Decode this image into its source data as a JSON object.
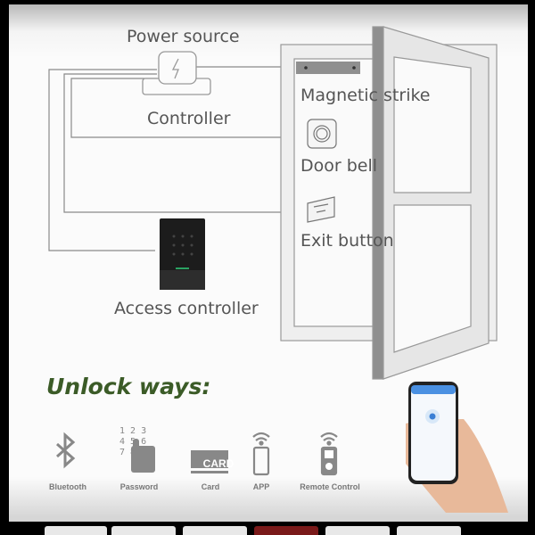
{
  "diagram": {
    "labels": {
      "power_source": "Power source",
      "controller": "Controller",
      "magnetic_strike": "Magnetic strike",
      "door_bell": "Door bell",
      "exit_button": "Exit button",
      "access_controller": "Access controller"
    }
  },
  "unlock": {
    "title": "Unlock ways:",
    "methods": [
      {
        "label": "Bluetooth",
        "icon": "bluetooth-icon"
      },
      {
        "label": "Password",
        "icon": "keypad-finger-icon",
        "digits": [
          "1 2 3",
          "4 5 6",
          "7 8"
        ]
      },
      {
        "label": "Card",
        "icon": "card-icon",
        "card_text": "CARD"
      },
      {
        "label": "APP",
        "icon": "smartphone-wifi-icon"
      },
      {
        "label": "Remote Control",
        "icon": "remote-wifi-icon"
      }
    ]
  },
  "colors": {
    "title_green": "#3b5b27",
    "line_gray": "#8a8a8a"
  }
}
